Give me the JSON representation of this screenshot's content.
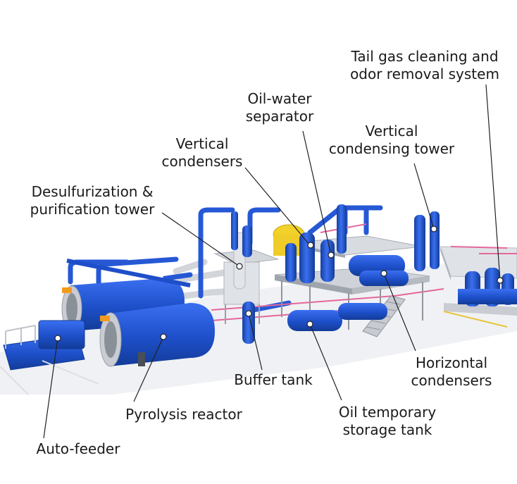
{
  "labels": {
    "tail_gas": [
      "Tail gas cleaning and",
      "odor removal system"
    ],
    "oil_water": [
      "Oil-water",
      "separator"
    ],
    "vertical_condensing_tower": [
      "Vertical",
      "condensing tower"
    ],
    "vertical_condensers": [
      "Vertical",
      "condensers"
    ],
    "desulfurization": [
      "Desulfurization &",
      "purification tower"
    ],
    "horizontal_condensers": [
      "Horizontal",
      "condensers"
    ],
    "buffer_tank": [
      "Buffer tank"
    ],
    "oil_temporary": [
      "Oil temporary",
      "storage tank"
    ],
    "pyrolysis_reactor": [
      "Pyrolysis reactor"
    ],
    "auto_feeder": [
      "Auto-feeder"
    ]
  },
  "colors": {
    "equipment_blue": "#1e4fc9",
    "equipment_dark": "#143a9a",
    "platform_grey": "#c9ccd2",
    "pipe_grey": "#d7d9dd",
    "railing_pink": "#e5679b",
    "yellow_tank": "#f2d22a",
    "flange_orange": "#f39a1e",
    "leader_line": "#222222"
  }
}
